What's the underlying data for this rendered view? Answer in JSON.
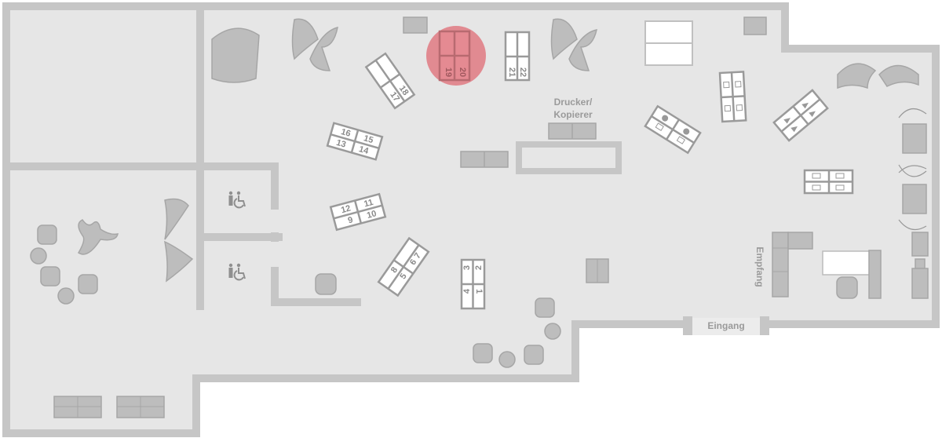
{
  "labels": {
    "printer_line1": "Drucker/",
    "printer_line2": "Kopierer",
    "reception": "Empfang",
    "entrance": "Eingang"
  },
  "desks": {
    "d1": "1",
    "d2": "2",
    "d3": "3",
    "d4": "4",
    "d5": "5",
    "d6": "6",
    "d7": "7",
    "d8": "8",
    "d9": "9",
    "d10": "10",
    "d11": "11",
    "d12": "12",
    "d13": "13",
    "d14": "14",
    "d15": "15",
    "d16": "16",
    "d17": "17",
    "d18": "18",
    "d19": "19",
    "d20": "20",
    "d21": "21",
    "d22": "22"
  },
  "highlight": {
    "desks": [
      "19",
      "20"
    ],
    "color": "#e07f87"
  },
  "icons": {
    "restroom_upper": "restroom-accessible-icon",
    "restroom_lower": "restroom-accessible-icon"
  }
}
